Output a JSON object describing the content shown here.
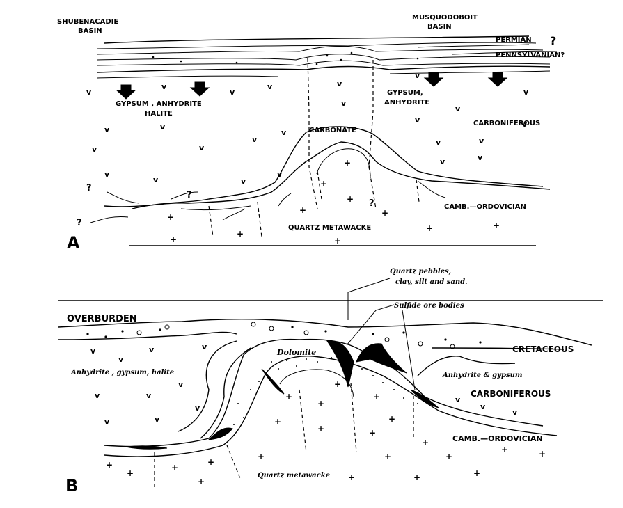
{
  "panel_a": {
    "panel_label": "A",
    "shubenacadie": [
      "SHUBENACADIE",
      "BASIN"
    ],
    "musquodoboit": [
      "MUSQUODOBOIT",
      "BASIN"
    ],
    "permian": "PERMIAN",
    "permian_q": "?",
    "pennsylvanian": "PENNSYLVANIAN?",
    "gypsum_left": [
      "GYPSUM , ANHYDRITE",
      "HALITE"
    ],
    "gypsum_right": [
      "GYPSUM,",
      "ANHYDRITE"
    ],
    "carboniferous": "CARBONIFEROUS",
    "carbonate": "CARBONATE",
    "camb_ordovician": "CAMB.—ORDOVICIAN",
    "quartz_metawacke": "QUARTZ  METAWACKE",
    "question_marks": [
      "?",
      "?",
      "?",
      "?"
    ]
  },
  "panel_b": {
    "panel_label": "B",
    "overburden": "OVERBURDEN",
    "quartz_pebbles": [
      "Quartz pebbles,",
      "clay, silt and sand."
    ],
    "sulfide": "Sulfide ore bodies",
    "cretaceous": "CRETACEOUS",
    "anhydrite_left": "Anhydrite , gypsum, halite",
    "dolomite": "Dolomite",
    "anhydrite_right": "Anhydrite & gypsum",
    "carboniferous": "CARBONIFEROUS",
    "camb_ordovician": "CAMB.—ORDOVICIAN",
    "quartz_metawacke": "Quartz metawacke"
  }
}
